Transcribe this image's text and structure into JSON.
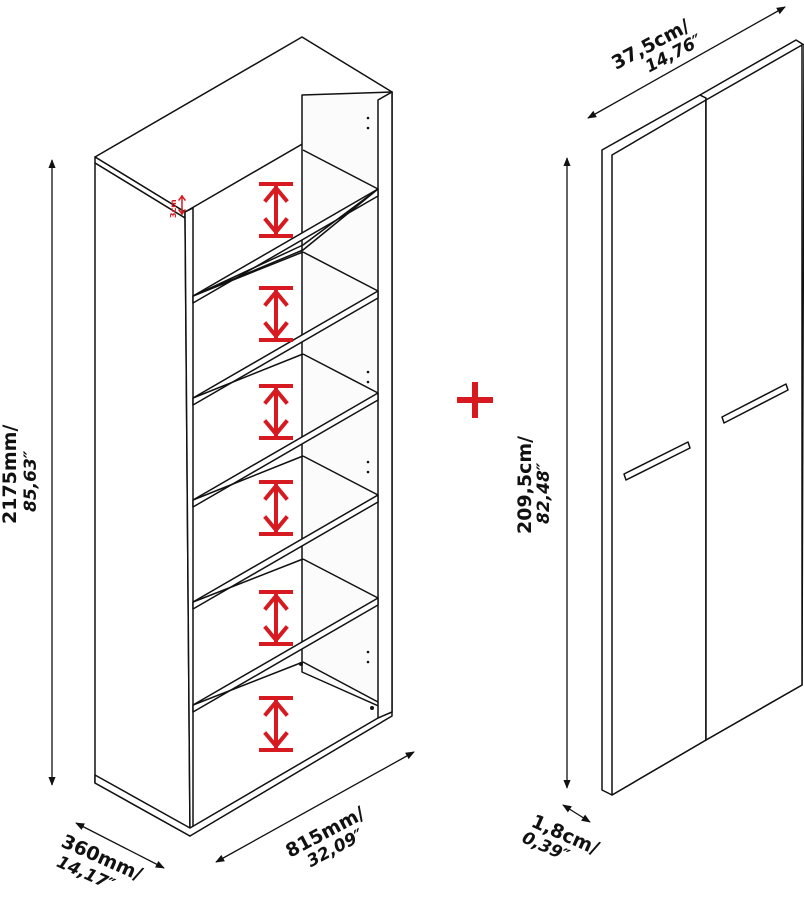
{
  "colors": {
    "line": "#111111",
    "accent": "#d71920",
    "fill": "#ffffff"
  },
  "shelf_gap_marker": "3cm",
  "height": {
    "main": "2175mm/",
    "sub": "85,63″"
  },
  "width": {
    "main": "815mm/",
    "sub": "32,09″"
  },
  "depth": {
    "main": "360mm/",
    "sub": "14,17″"
  },
  "door_width": {
    "main": "37,5cm/",
    "sub": "14,76″"
  },
  "door_height": {
    "main": "209,5cm/",
    "sub": "82,48″"
  },
  "door_thickness": {
    "main": "1,8cm/",
    "sub": "0,39″"
  },
  "plus_icon": "plus-icon",
  "arrow_icon": "double-arrow-icon"
}
